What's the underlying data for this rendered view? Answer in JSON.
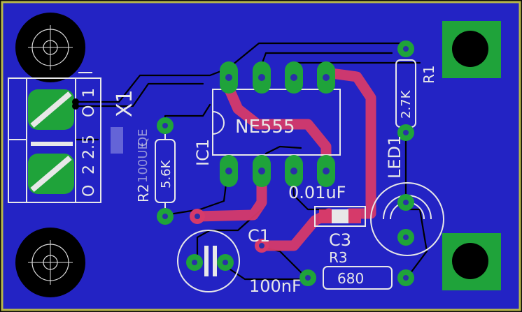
{
  "board": {
    "colors": {
      "outline": "#b8b84a",
      "copper_pour": "#2323c4",
      "top_trace": "#d63a6a",
      "bottom_trace": "#000000",
      "pad": "#1fa33a",
      "silkscreen": "#e8e8e8"
    }
  },
  "components": {
    "ic": {
      "designator": "IC1",
      "value": "NE555"
    },
    "x1": {
      "designator": "X1",
      "pin1": "1",
      "pin2": "2",
      "pin1_alt": "O",
      "pin2_alt": "O",
      "mid_label": "2.5",
      "mid_label2": "QE"
    },
    "r1": {
      "designator": "R1",
      "value": "2.7K"
    },
    "r2": {
      "designator": "R2",
      "value": "5.6K",
      "alt": "100UE"
    },
    "r3": {
      "designator": "R3",
      "value": "680"
    },
    "c1": {
      "designator": "C1",
      "value": "100nF"
    },
    "c3": {
      "designator": "C3",
      "value": "0.01uF"
    },
    "led1": {
      "designator": "LED1"
    }
  },
  "icons": [
    "mounting-hole-icon",
    "square-pad-icon",
    "screw-terminal-icon",
    "led-outline-icon",
    "electrolytic-cap-icon"
  ]
}
